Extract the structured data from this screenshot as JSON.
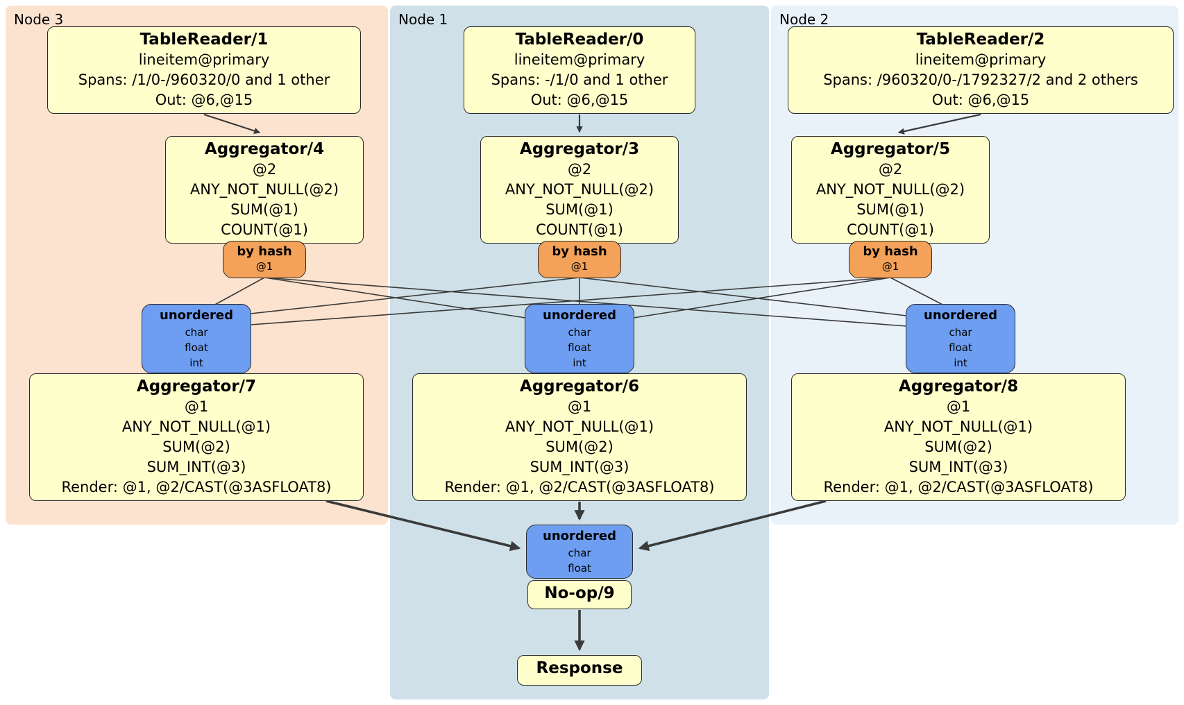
{
  "panels": {
    "node3": {
      "label": "Node 3"
    },
    "node1": {
      "label": "Node 1"
    },
    "node2": {
      "label": "Node 2"
    }
  },
  "processors": {
    "tablereader1": {
      "title": "TableReader/1",
      "lines": [
        "lineitem@primary",
        "Spans: /1/0-/960320/0 and 1 other",
        "Out: @6,@15"
      ]
    },
    "tablereader0": {
      "title": "TableReader/0",
      "lines": [
        "lineitem@primary",
        "Spans: -/1/0 and 1 other",
        "Out: @6,@15"
      ]
    },
    "tablereader2": {
      "title": "TableReader/2",
      "lines": [
        "lineitem@primary",
        "Spans: /960320/0-/1792327/2 and 2 others",
        "Out: @6,@15"
      ]
    },
    "aggregator4": {
      "title": "Aggregator/4",
      "lines": [
        "@2",
        "ANY_NOT_NULL(@2)",
        "SUM(@1)",
        "COUNT(@1)"
      ]
    },
    "aggregator3": {
      "title": "Aggregator/3",
      "lines": [
        "@2",
        "ANY_NOT_NULL(@2)",
        "SUM(@1)",
        "COUNT(@1)"
      ]
    },
    "aggregator5": {
      "title": "Aggregator/5",
      "lines": [
        "@2",
        "ANY_NOT_NULL(@2)",
        "SUM(@1)",
        "COUNT(@1)"
      ]
    },
    "aggregator7": {
      "title": "Aggregator/7",
      "lines": [
        "@1",
        "ANY_NOT_NULL(@1)",
        "SUM(@2)",
        "SUM_INT(@3)",
        "Render: @1, @2/CAST(@3ASFLOAT8)"
      ]
    },
    "aggregator6": {
      "title": "Aggregator/6",
      "lines": [
        "@1",
        "ANY_NOT_NULL(@1)",
        "SUM(@2)",
        "SUM_INT(@3)",
        "Render: @1, @2/CAST(@3ASFLOAT8)"
      ]
    },
    "aggregator8": {
      "title": "Aggregator/8",
      "lines": [
        "@1",
        "ANY_NOT_NULL(@1)",
        "SUM(@2)",
        "SUM_INT(@3)",
        "Render: @1, @2/CAST(@3ASFLOAT8)"
      ]
    },
    "noop": {
      "title": "No-op/9"
    },
    "response": {
      "title": "Response"
    }
  },
  "routers": {
    "node3": {
      "title": "by hash",
      "detail": "@1"
    },
    "node1": {
      "title": "by hash",
      "detail": "@1"
    },
    "node2": {
      "title": "by hash",
      "detail": "@1"
    }
  },
  "synchronizers": {
    "node3": {
      "title": "unordered",
      "lines": [
        "char",
        "float",
        "int"
      ]
    },
    "node1": {
      "title": "unordered",
      "lines": [
        "char",
        "float",
        "int"
      ]
    },
    "node2": {
      "title": "unordered",
      "lines": [
        "char",
        "float",
        "int"
      ]
    },
    "final": {
      "title": "unordered",
      "lines": [
        "char",
        "float"
      ]
    }
  },
  "colors": {
    "panel_node3_bg": "#fce3cf",
    "panel_node1_bg": "#cfe0e8",
    "panel_node2_bg": "#e9f1f9",
    "processor_bg": "#ffffcc",
    "router_bg": "#f4a259",
    "synchronizer_bg": "#6d9ef1",
    "edge": "#3a3a3a"
  }
}
